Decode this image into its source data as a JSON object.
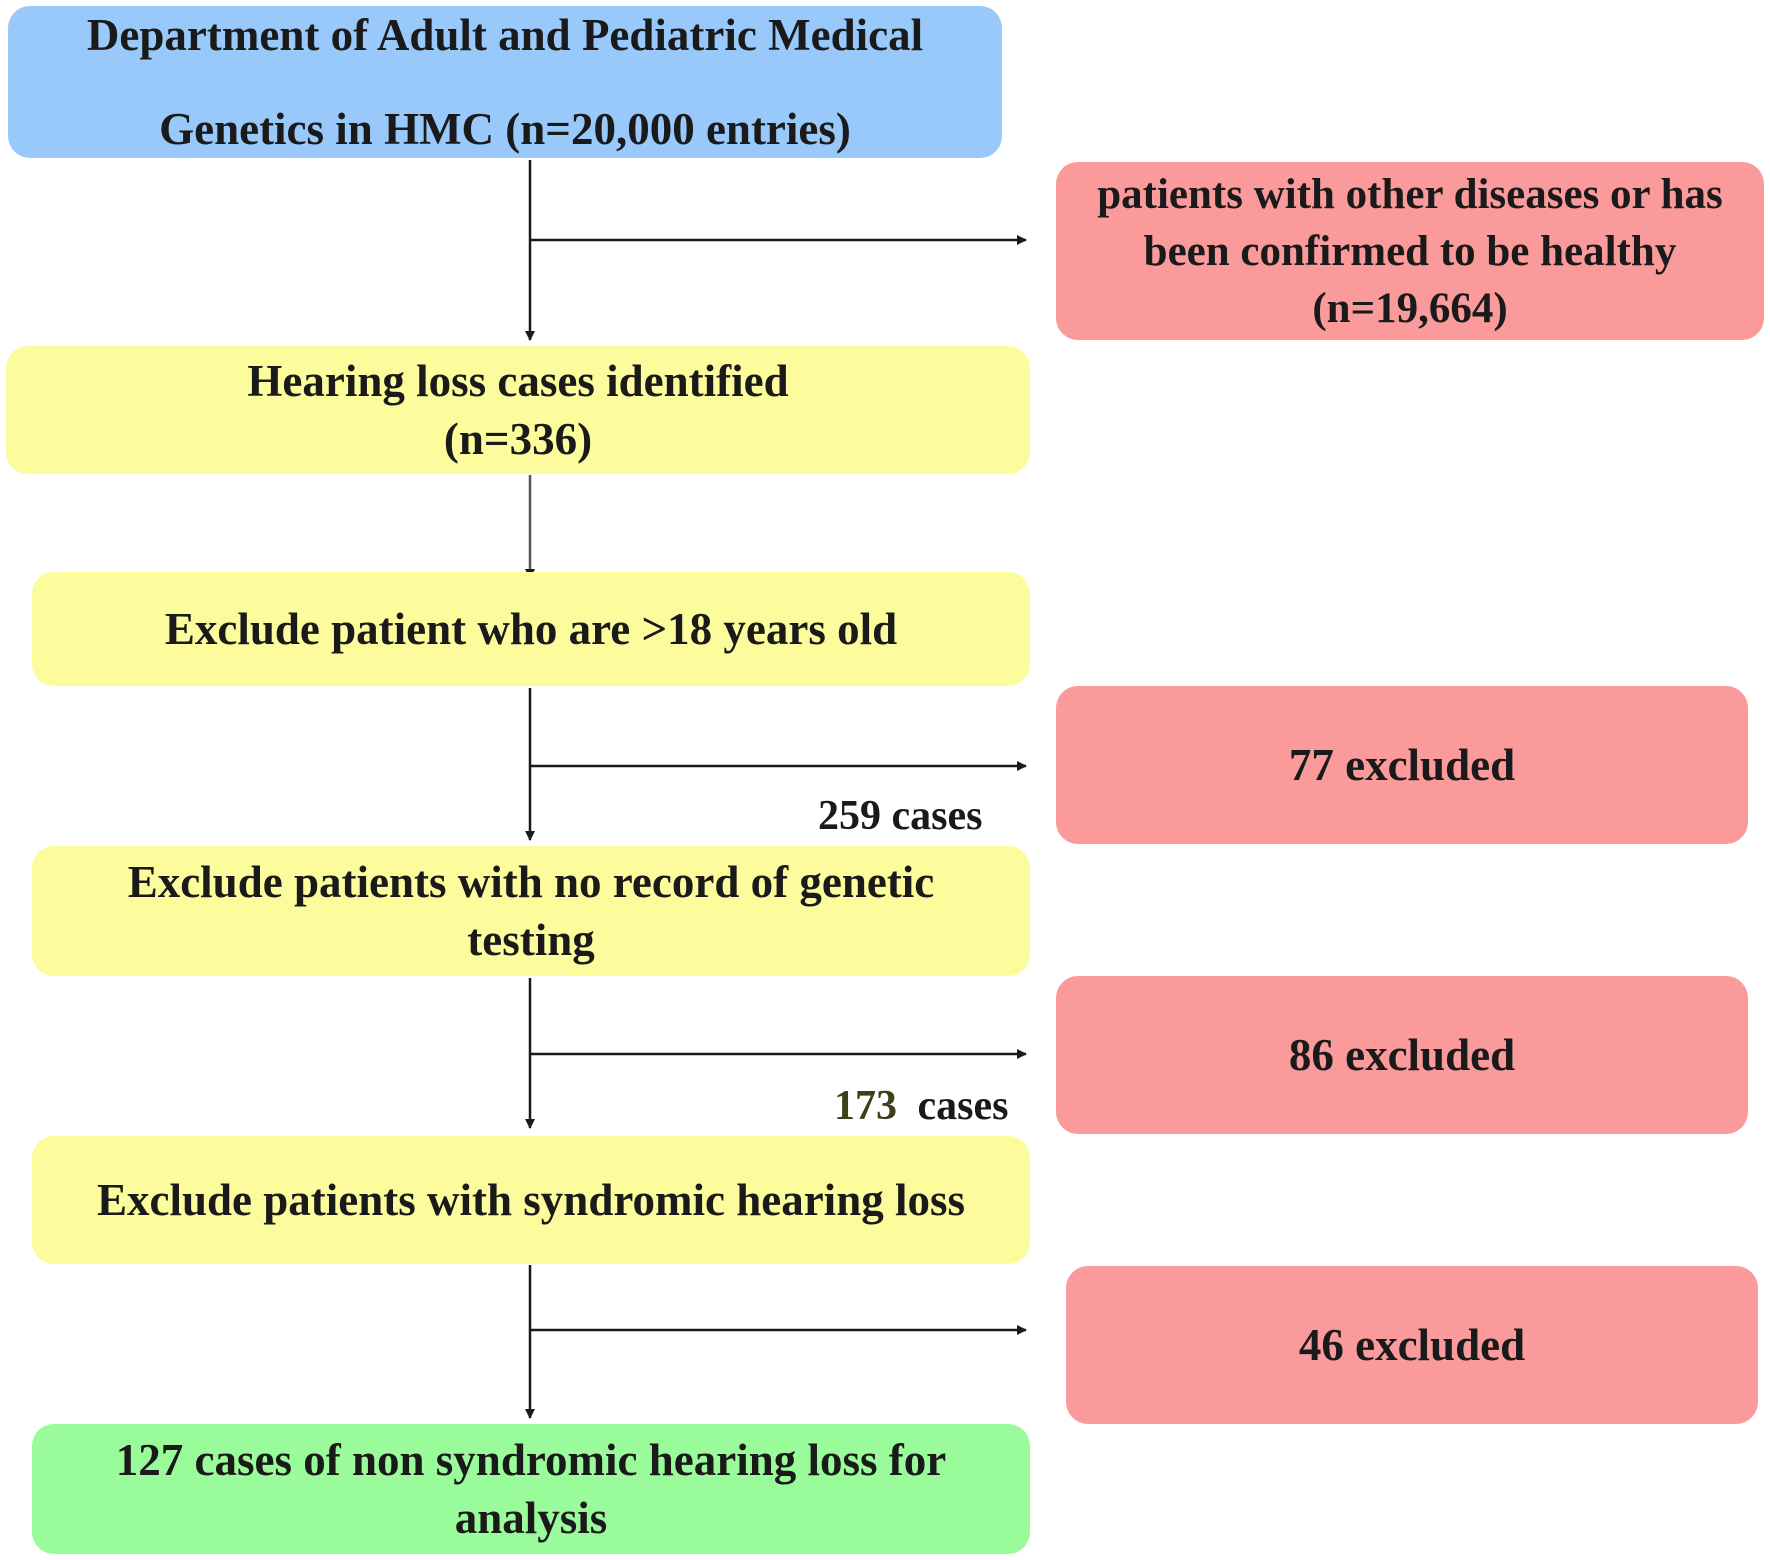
{
  "nodes": {
    "source": {
      "lines": [
        "Department of Adult and Pediatric Medical",
        "Genetics in HMC (n=20,000 entries)"
      ],
      "color": "#99c9fb"
    },
    "excl_other": {
      "lines": [
        "patients with other diseases or has",
        "been confirmed to be healthy",
        "(n=19,664)"
      ],
      "color": "#fb9a9b"
    },
    "hl_identified": {
      "lines": [
        "Hearing loss cases identified",
        "(n=336)"
      ],
      "color": "#fcfc9c"
    },
    "excl_age": {
      "lines": [
        "Exclude patient who are >18 years old"
      ],
      "color": "#fcfc9c"
    },
    "excl_77": {
      "lines": [
        "77 excluded"
      ],
      "color": "#fb9a9b"
    },
    "cases_259": "259 cases",
    "excl_no_genetic": {
      "lines": [
        "Exclude patients with no record of genetic",
        "testing"
      ],
      "color": "#fcfc9c"
    },
    "excl_86": {
      "lines": [
        "86 excluded"
      ],
      "color": "#fb9a9b"
    },
    "cases_173": {
      "number": "173",
      "word": "cases"
    },
    "excl_syndromic": {
      "lines": [
        "Exclude patients with syndromic hearing loss"
      ],
      "color": "#fcfc9c"
    },
    "excl_46": {
      "lines": [
        "46 excluded"
      ],
      "color": "#fb9a9b"
    },
    "final": {
      "lines": [
        "127 cases of  non syndromic hearing loss for",
        "analysis"
      ],
      "color": "#9afb9a"
    }
  }
}
